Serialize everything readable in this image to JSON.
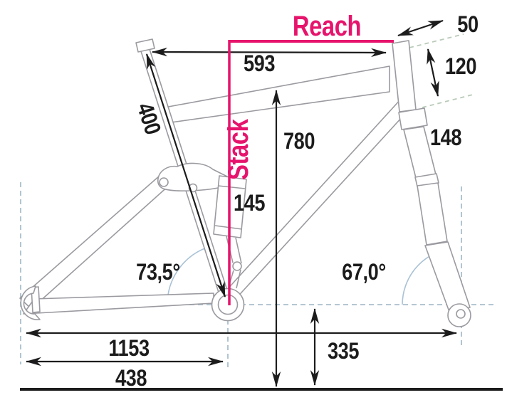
{
  "diagram": {
    "labels": {
      "reach": "Reach",
      "stack": "Stack"
    },
    "dimensions": {
      "d50": "50",
      "d593": "593",
      "d120": "120",
      "d400": "400",
      "d780": "780",
      "d148": "148",
      "d145": "145",
      "seat_angle": "73,5°",
      "head_angle": "67,0°",
      "d1153": "1153",
      "d438": "438",
      "d335": "335"
    },
    "colors": {
      "accent_pink": "#e6146c",
      "ink": "#1c1c1c",
      "tube_gray": "#9a9aa0",
      "guide_blue": "#a9bfcb",
      "guide_green": "#b9cab9",
      "arc_blue": "#a9c2d6"
    }
  }
}
